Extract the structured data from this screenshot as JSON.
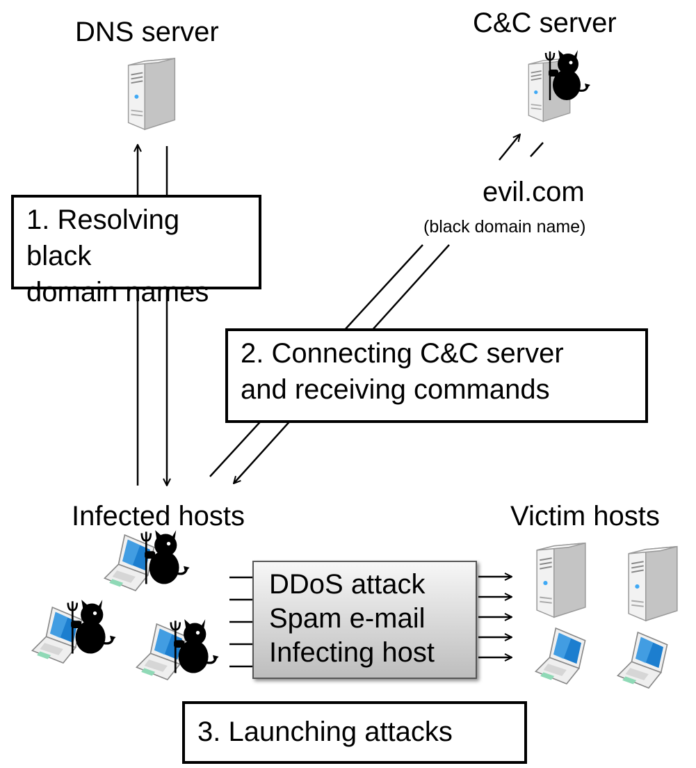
{
  "nodes": {
    "dns_server": "DNS server",
    "cc_server": "C&C server",
    "evil_domain": "evil.com",
    "evil_domain_note": "(black domain name)",
    "infected_hosts": "Infected hosts",
    "victim_hosts": "Victim hosts"
  },
  "steps": {
    "step1": [
      "1. Resolving black",
      "domain names"
    ],
    "step2": [
      "2. Connecting C&C server",
      "and receiving commands"
    ],
    "step3": "3. Launching attacks"
  },
  "attacks": [
    "DDoS attack",
    "Spam e-mail",
    "Infecting host"
  ],
  "icons": {
    "server": "server-icon",
    "laptop": "laptop-icon",
    "devil": "devil-icon"
  },
  "colors": {
    "server_body": "#e6e6e6",
    "screen_blue": "#1c7ecf",
    "keyboard_green": "#8fd9b6",
    "attack_box_top": "#f7f7f7",
    "attack_box_bottom": "#bdbdbd"
  }
}
